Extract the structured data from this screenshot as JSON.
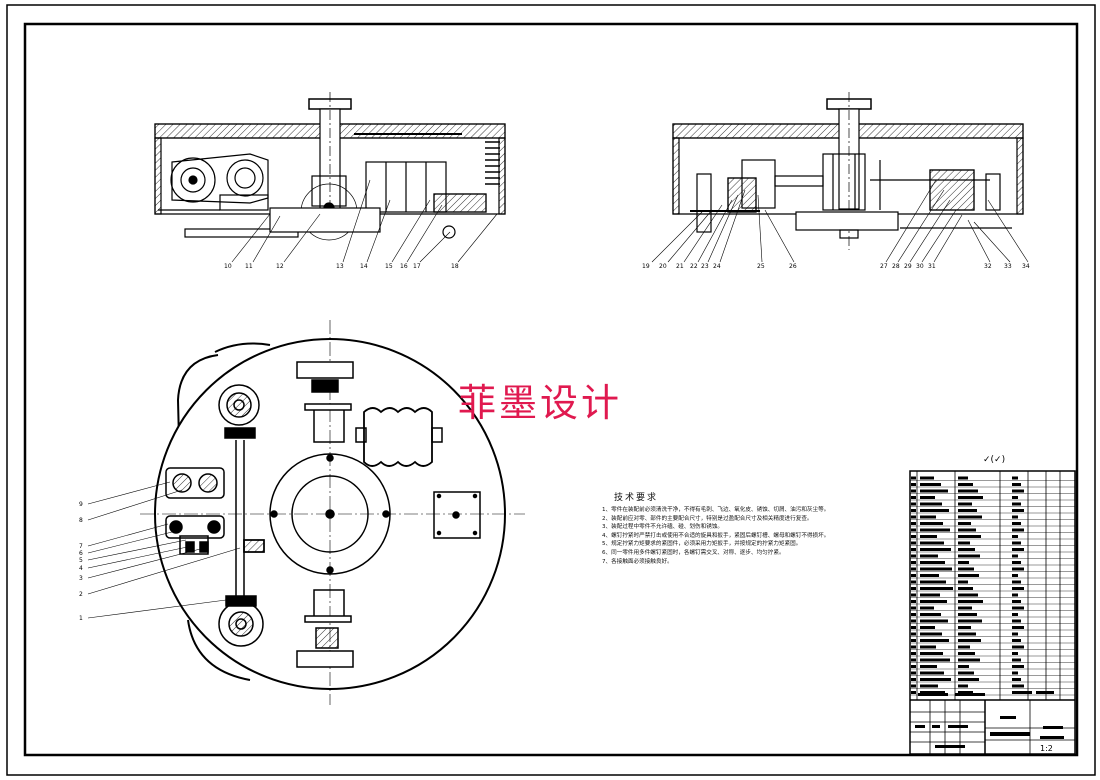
{
  "watermark": "菲墨设计",
  "technical_requirements": {
    "title": "技术要求",
    "items": [
      "1、零件在装配前必须清洗干净，不得有毛刺、飞边、氧化皮、锈蚀、切屑、油污和灰尘等。",
      "2、装配前应对零、部件的主要配合尺寸，特别是过盈配合尺寸及相关精度进行复查。",
      "3、装配过程中零件不允许磕、碰、划伤和锈蚀。",
      "4、螺钉拧紧时严禁打击或使用不合适的旋具和扳手，紧固后螺钉槽、螺母和螺钉不得损坏。",
      "5、规定拧紧力矩要求的紧固件，必须采用力矩扳手，并按规定的拧紧力矩紧固。",
      "6、同一零件用多件螺钉紧固时，各螺钉需交叉、对称、逐步、均匀拧紧。",
      "7、各接触面必须接触良好。"
    ]
  },
  "surface_roughness_note": "✓(✓)",
  "leader_numbers": {
    "front_left": [
      "10",
      "11",
      "12",
      "13",
      "14",
      "15",
      "16",
      "17",
      "18"
    ],
    "front_right": [
      "19",
      "20",
      "21",
      "22",
      "23",
      "24",
      "25",
      "26",
      "27",
      "28",
      "29",
      "30",
      "31",
      "32",
      "33",
      "34"
    ],
    "plan_left": [
      "9",
      "8",
      "7",
      "6",
      "5",
      "4",
      "3",
      "2",
      "1"
    ]
  },
  "title_block": {
    "scale_label": "1:2"
  }
}
